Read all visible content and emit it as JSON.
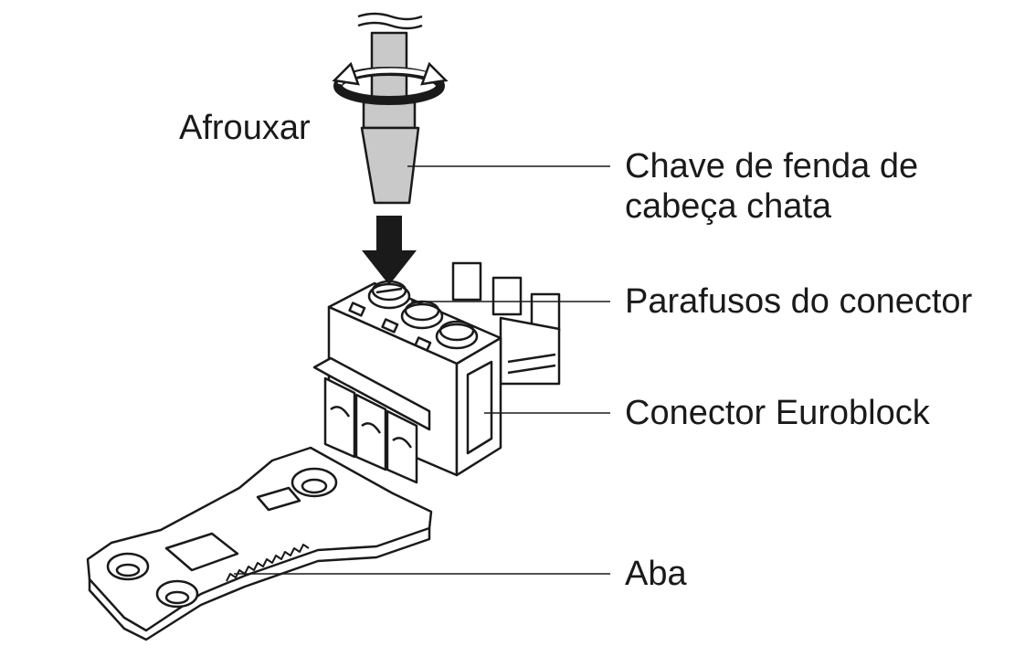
{
  "labels": {
    "loosen": "Afrouxar",
    "screwdriver_line1": "Chave de fenda de",
    "screwdriver_line2": "cabeça chata",
    "connector_screws": "Parafusos do conector",
    "euroblock_connector": "Conector Euroblock",
    "tab": "Aba"
  },
  "colors": {
    "ink": "#1a1a1a",
    "tool_gray": "#c9c9c9",
    "background": "#ffffff"
  },
  "icons": {
    "rotation": "counterclockwise-rotation-arrow-icon",
    "direction": "down-arrow-icon"
  }
}
